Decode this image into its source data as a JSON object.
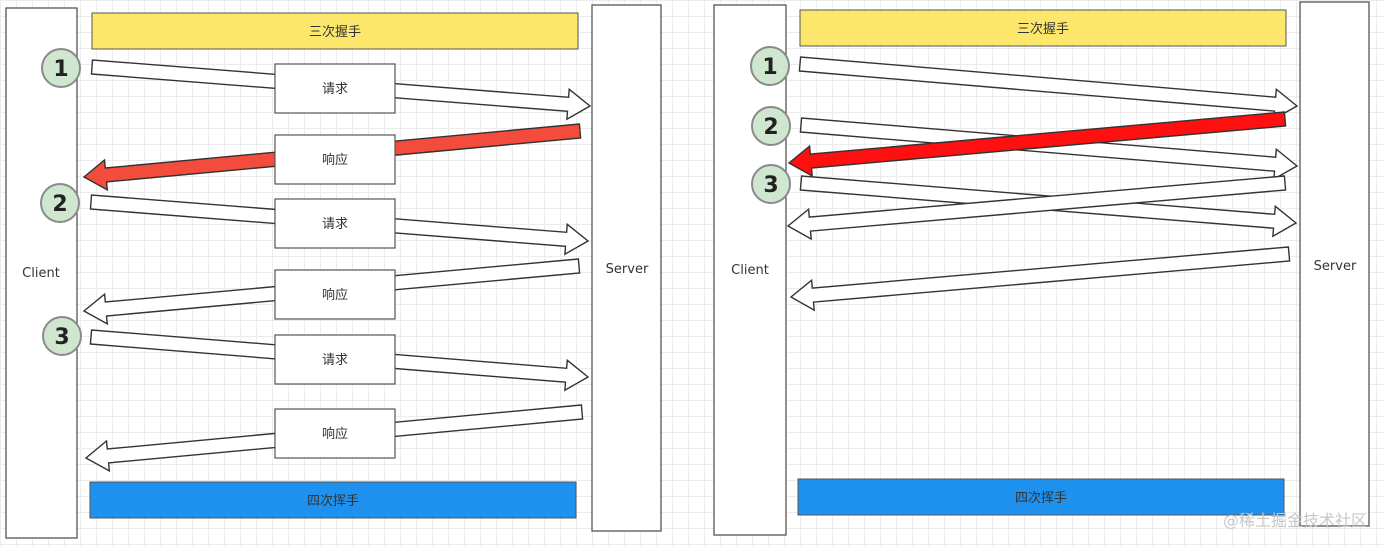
{
  "colors": {
    "handshake_bar": "#fce76c",
    "wave_bar": "#1e90ee",
    "badge_fill": "#cfe6cf",
    "badge_stroke": "#8a8a8a",
    "highlight_arrow_left": "#f34c3c",
    "highlight_arrow_right": "#ff1010"
  },
  "left_diagram": {
    "client_label": "Client",
    "server_label": "Server",
    "top_bar_label": "三次握手",
    "bottom_bar_label": "四次挥手",
    "badges": [
      "1",
      "2",
      "3"
    ],
    "message_labels": [
      "请求",
      "响应",
      "请求",
      "响应",
      "请求",
      "响应"
    ]
  },
  "right_diagram": {
    "client_label": "Client",
    "server_label": "Server",
    "top_bar_label": "三次握手",
    "bottom_bar_label": "四次挥手",
    "badges": [
      "1",
      "2",
      "3"
    ]
  },
  "watermark": "@稀土掘金技术社区"
}
